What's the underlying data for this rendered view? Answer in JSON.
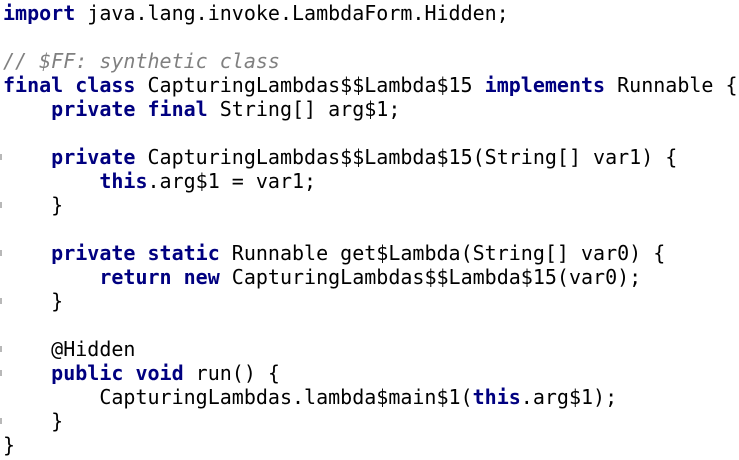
{
  "colors": {
    "background": "#ffffff",
    "keyword": "#000080",
    "comment": "#808080",
    "text": "#000000"
  },
  "lines": [
    [
      {
        "t": "kw",
        "v": "import"
      },
      {
        "t": "tx",
        "v": " java.lang.invoke.LambdaForm.Hidden;"
      }
    ],
    [],
    [
      {
        "t": "cm",
        "v": "// $FF: synthetic class"
      }
    ],
    [
      {
        "t": "kw",
        "v": "final class"
      },
      {
        "t": "tx",
        "v": " CapturingLambdas$$Lambda$15 "
      },
      {
        "t": "kw",
        "v": "implements"
      },
      {
        "t": "tx",
        "v": " Runnable {"
      }
    ],
    [
      {
        "t": "tx",
        "v": "    "
      },
      {
        "t": "kw",
        "v": "private final"
      },
      {
        "t": "tx",
        "v": " String[] arg$1;"
      }
    ],
    [],
    [
      {
        "t": "tx",
        "v": "    "
      },
      {
        "t": "kw",
        "v": "private"
      },
      {
        "t": "tx",
        "v": " CapturingLambdas$$Lambda$15(String[] var1) {"
      }
    ],
    [
      {
        "t": "tx",
        "v": "        "
      },
      {
        "t": "kw",
        "v": "this"
      },
      {
        "t": "tx",
        "v": ".arg$1 = var1;"
      }
    ],
    [
      {
        "t": "tx",
        "v": "    }"
      }
    ],
    [],
    [
      {
        "t": "tx",
        "v": "    "
      },
      {
        "t": "kw",
        "v": "private static"
      },
      {
        "t": "tx",
        "v": " Runnable get$Lambda(String[] var0) {"
      }
    ],
    [
      {
        "t": "tx",
        "v": "        "
      },
      {
        "t": "kw",
        "v": "return new"
      },
      {
        "t": "tx",
        "v": " CapturingLambdas$$Lambda$15(var0);"
      }
    ],
    [
      {
        "t": "tx",
        "v": "    }"
      }
    ],
    [],
    [
      {
        "t": "tx",
        "v": "    "
      },
      {
        "t": "an",
        "v": "@Hidden"
      }
    ],
    [
      {
        "t": "tx",
        "v": "    "
      },
      {
        "t": "kw",
        "v": "public void"
      },
      {
        "t": "tx",
        "v": " run() {"
      }
    ],
    [
      {
        "t": "tx",
        "v": "        CapturingLambdas.lambda$main$1("
      },
      {
        "t": "kw",
        "v": "this"
      },
      {
        "t": "tx",
        "v": ".arg$1);"
      }
    ],
    [
      {
        "t": "tx",
        "v": "    }"
      }
    ],
    [
      {
        "t": "tx",
        "v": "}"
      }
    ]
  ]
}
